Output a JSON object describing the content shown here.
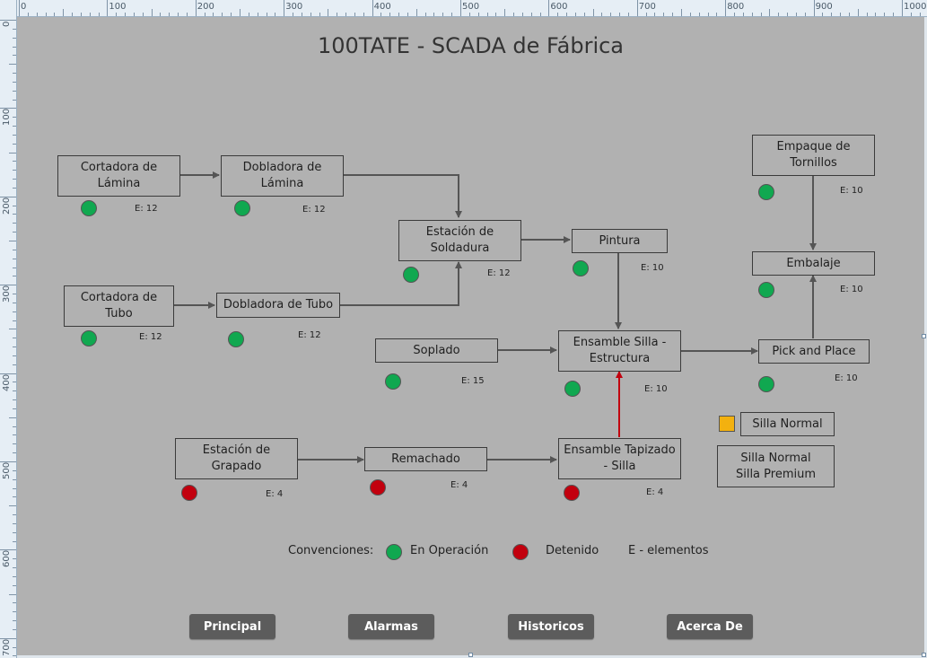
{
  "title": "100TATE - SCADA de Fábrica",
  "ruler": {
    "top_labels": [
      "0",
      "100",
      "200",
      "300",
      "400",
      "500",
      "600",
      "700",
      "800",
      "900",
      "1000"
    ],
    "left_labels": [
      "0",
      "100",
      "200",
      "300",
      "400",
      "500",
      "600",
      "700"
    ]
  },
  "stations": {
    "cortadora_lamina": {
      "label": "Cortadora de\nLámina",
      "count": "E: 12",
      "status": "En Operación"
    },
    "dobladora_lamina": {
      "label": "Dobladora de\nLámina",
      "count": "E: 12",
      "status": "En Operación"
    },
    "cortadora_tubo": {
      "label": "Cortadora de\nTubo",
      "count": "E: 12",
      "status": "En Operación"
    },
    "dobladora_tubo": {
      "label": "Dobladora de Tubo",
      "count": "E: 12",
      "status": "En Operación"
    },
    "soldadura": {
      "label": "Estación de\nSoldadura",
      "count": "E: 12",
      "status": "En Operación"
    },
    "pintura": {
      "label": "Pintura",
      "count": "E: 10",
      "status": "En Operación"
    },
    "soplado": {
      "label": "Soplado",
      "count": "E: 15",
      "status": "En Operación"
    },
    "ensamble_estructura": {
      "label": "Ensamble Silla -\nEstructura",
      "count": "E: 10",
      "status": "En Operación"
    },
    "pick_place": {
      "label": "Pick and Place",
      "count": "E: 10",
      "status": "En Operación"
    },
    "empaque_tornillos": {
      "label": "Empaque de\nTornillos",
      "count": "E: 10",
      "status": "En Operación"
    },
    "embalaje": {
      "label": "Embalaje",
      "count": "E: 10",
      "status": "En Operación"
    },
    "grapado": {
      "label": "Estación de\nGrapado",
      "count": "E: 4",
      "status": "Detenido"
    },
    "remachado": {
      "label": "Remachado",
      "count": "E: 4",
      "status": "Detenido"
    },
    "ensamble_tapizado": {
      "label": "Ensamble Tapizado\n- Silla",
      "count": "E: 4",
      "status": "Detenido"
    }
  },
  "product": {
    "selected": "Silla Normal",
    "options_text": "Silla Normal\nSilla Premium"
  },
  "legend": {
    "title": "Convenciones:",
    "running": "En Operación",
    "stopped": "Detenido",
    "elements": "E - elementos"
  },
  "nav": {
    "principal": "Principal",
    "alarmas": "Alarmas",
    "historicos": "Historicos",
    "acerca": "Acerca De"
  },
  "colors": {
    "running": "#10a850",
    "stopped": "#c2000e",
    "background": "#b1b1b1",
    "button": "#5c5c5c",
    "highlight_connector": "#c2000e",
    "product_indicator": "#f3b10f"
  }
}
